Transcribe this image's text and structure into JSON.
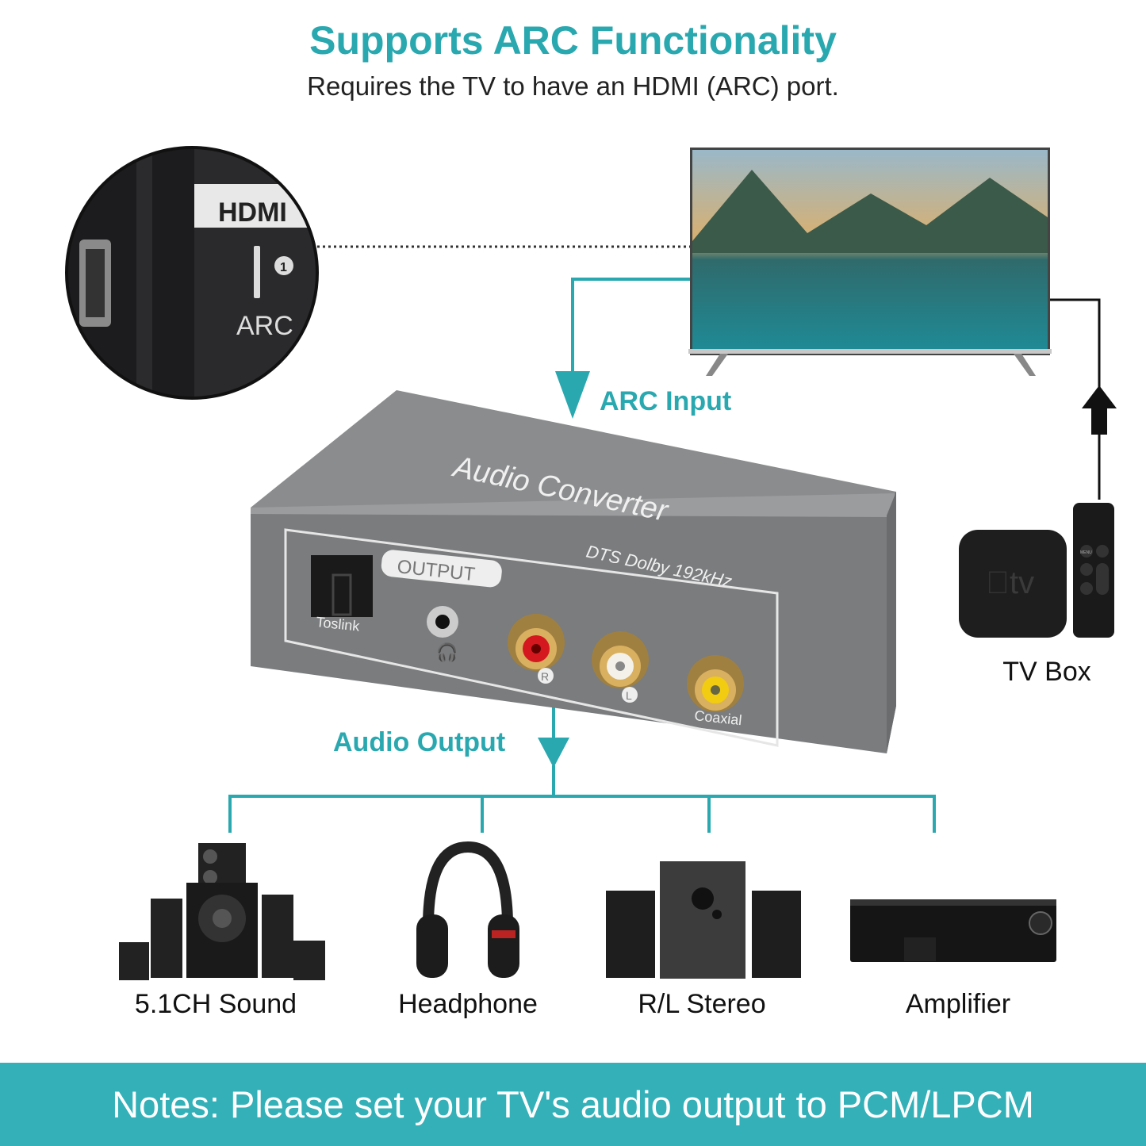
{
  "header": {
    "title": "Supports ARC Functionality",
    "subtitle": "Requires the TV to have an HDMI (ARC) port."
  },
  "inset": {
    "hdmi_logo": "HDMI",
    "port_number": "1",
    "port_label": "ARC"
  },
  "labels": {
    "arc_input": "ARC Input",
    "audio_output": "Audio Output",
    "tv_box": "TV Box"
  },
  "device": {
    "name": "Audio Converter",
    "spec": "DTS Dolby 192kHz",
    "output_badge": "OUTPUT",
    "ports": [
      "Toslink",
      "R",
      "L",
      "Coaxial"
    ]
  },
  "tv_box": {
    "logo": "tv",
    "remote_button": "MENU"
  },
  "outputs": [
    {
      "label": "5.1CH Sound"
    },
    {
      "label": "Headphone"
    },
    {
      "label": "R/L Stereo"
    },
    {
      "label": "Amplifier"
    }
  ],
  "footer": {
    "note": "Notes: Please set your TV's audio output to PCM/LPCM"
  },
  "colors": {
    "accent": "#2aa8b0",
    "banner": "#33b0b8",
    "device_gray": "#7a7c7e"
  }
}
